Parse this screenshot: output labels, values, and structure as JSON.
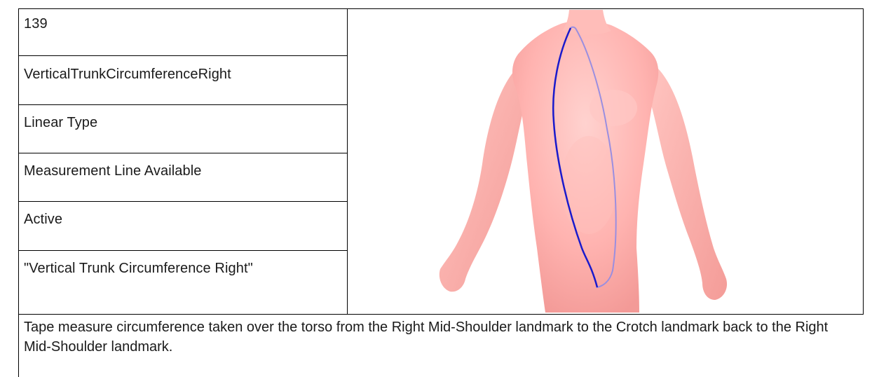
{
  "record": {
    "number": "139",
    "name": "VerticalTrunkCircumferenceRight",
    "type": "Linear Type",
    "measurement_line": "Measurement Line Available",
    "status": "Active",
    "label": "\"Vertical Trunk Circumference Right\"",
    "description": "Tape measure circumference taken over the torso from the Right Mid-Shoulder landmark to the Crotch landmark back to the Right Mid-Shoulder landmark."
  },
  "figure": {
    "body_icon": "human-torso-icon",
    "body_color": "#ffb3b0",
    "measurement_line_color": "#1a1acc"
  }
}
